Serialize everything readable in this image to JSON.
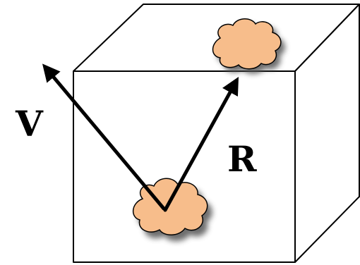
{
  "labels": {
    "v": "V",
    "r": "R"
  },
  "colors": {
    "background": "#ffffff",
    "stroke": "#000000",
    "cloud_fill": "#f7bd8b",
    "cloud_shadow": "#555555"
  },
  "icons": {
    "bottom_blob": "cloud-blob",
    "top_blob": "cloud-blob"
  }
}
